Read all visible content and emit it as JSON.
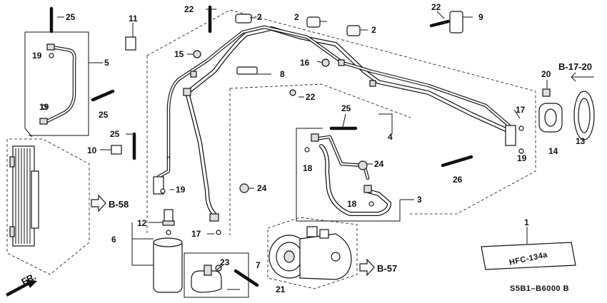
{
  "diagram": {
    "callouts": {
      "c1": "1",
      "c2a": "2",
      "c2b": "2",
      "c2c": "2",
      "c3": "3",
      "c4": "4",
      "c5": "5",
      "c6": "6",
      "c7": "7",
      "c8": "8",
      "c9": "9",
      "c10": "10",
      "c11": "11",
      "c12": "12",
      "c13": "13",
      "c14": "14",
      "c15": "15",
      "c16": "16",
      "c17a": "17",
      "c17b": "17",
      "c18a": "18",
      "c18b": "18",
      "c19a": "19",
      "c19b": "19",
      "c19c": "19",
      "c19d": "19",
      "c20": "20",
      "c21": "21",
      "c22a": "22",
      "c22b": "22",
      "c22c": "22",
      "c23": "23",
      "c24a": "24",
      "c24b": "24",
      "c25a": "25",
      "c25b": "25",
      "c25c": "25",
      "c25d": "25",
      "c26": "26"
    },
    "references": {
      "b58": "B-58",
      "b57": "B-57",
      "b1720": "B-17-20"
    },
    "front_label": "FR.",
    "label_plate_text": "HFC-134a",
    "diagram_code": "S5B1–B6000 B"
  }
}
